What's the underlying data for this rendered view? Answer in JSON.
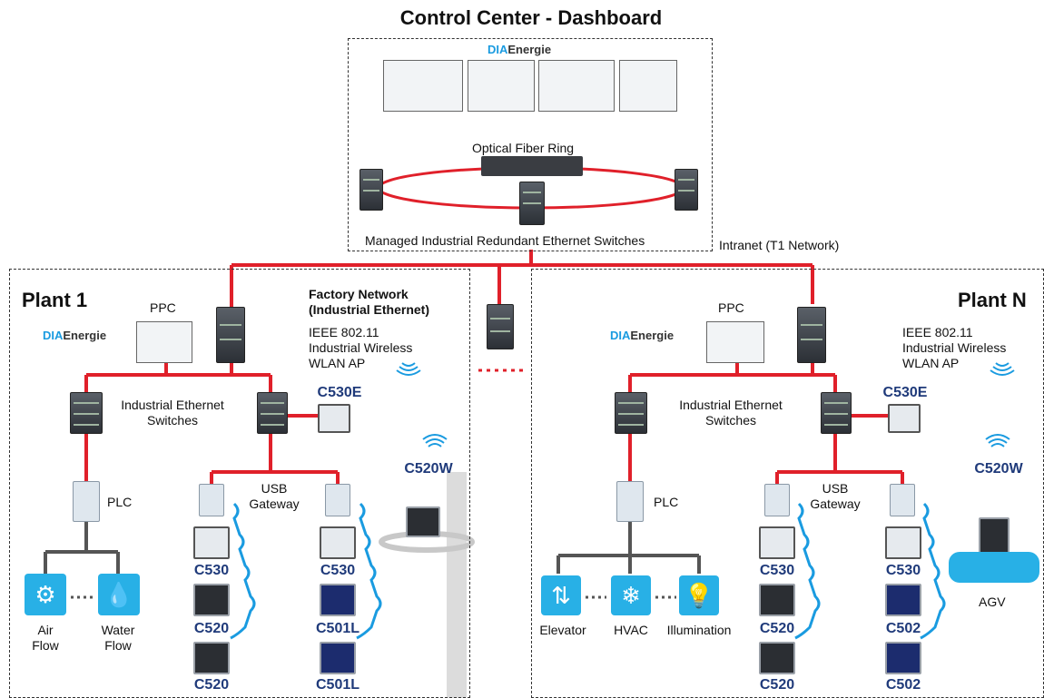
{
  "control_center": {
    "title": "Control Center - Dashboard",
    "brand_blue": "DIA",
    "brand_dark": "Energie",
    "ring_label": "Optical Fiber Ring",
    "switches_label": "Managed Industrial Redundant Ethernet Switches",
    "intranet_label": "Intranet (T1 Network)"
  },
  "plant1": {
    "title": "Plant 1",
    "ppc_label": "PPC",
    "brand_blue": "DIA",
    "brand_dark": "Energie",
    "factory_network": "Factory Network\n(Industrial Ethernet)",
    "wlan_label": "IEEE 802.11\nIndustrial Wireless\nWLAN AP",
    "switches_label": "Industrial Ethernet\nSwitches",
    "c530e": "C530E",
    "plc_label": "PLC",
    "usb_gateway": "USB\nGateway",
    "c520w": "C520W",
    "left_meters": [
      "C530",
      "C520",
      "C520"
    ],
    "right_meters": [
      "C530",
      "C501L",
      "C501L"
    ],
    "air_flow": "Air\nFlow",
    "water_flow": "Water\nFlow"
  },
  "plantN": {
    "title": "Plant N",
    "ppc_label": "PPC",
    "brand_blue": "DIA",
    "brand_dark": "Energie",
    "wlan_label": "IEEE 802.11\nIndustrial Wireless\nWLAN AP",
    "switches_label": "Industrial Ethernet\nSwitches",
    "c530e": "C530E",
    "plc_label": "PLC",
    "usb_gateway": "USB\nGateway",
    "c520w": "C520W",
    "left_meters": [
      "C530",
      "C520",
      "C520"
    ],
    "right_meters": [
      "C530",
      "C502",
      "C502"
    ],
    "elevator": "Elevator",
    "hvac": "HVAC",
    "illumination": "Illumination",
    "agv": "AGV"
  },
  "colors": {
    "link_red": "#e0202a",
    "model_blue": "#1f3a7a",
    "wireless_blue": "#1a9be0",
    "icon_blue": "#28b0e6",
    "plc_gray": "#555555"
  }
}
